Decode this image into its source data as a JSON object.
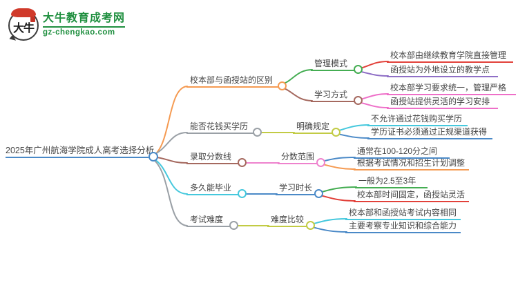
{
  "logo": {
    "icon_text": "大牛",
    "title": "大牛教育成考网",
    "domain": "gz-chengkao.com",
    "brand_color": "#1f8f3f"
  },
  "mindmap": {
    "root": {
      "label": "2025年广州航海学院成人高考选择分析",
      "color": "#4a89c7"
    },
    "branches": [
      {
        "label": "校本部与函授站的区别",
        "color": "#f59a51",
        "children": [
          {
            "label": "管理模式",
            "color": "#44ad52",
            "leaves": [
              {
                "label": "校本部由继续教育学院直接管理",
                "color": "#e2413a"
              },
              {
                "label": "函授站为外地设立的教学点",
                "color": "#8f6fc6"
              }
            ]
          },
          {
            "label": "学习方式",
            "color": "#a5695f",
            "leaves": [
              {
                "label": "校本部学习要求统一，管理严格",
                "color": "#ee6fc8"
              },
              {
                "label": "函授站提供灵活的学习安排",
                "color": "#ee6fc8"
              }
            ]
          }
        ]
      },
      {
        "label": "能否花钱买学历",
        "color": "#9aa0a6",
        "children": [
          {
            "label": "明确规定",
            "color": "#c2cb44",
            "leaves": [
              {
                "label": "不允许通过花钱购买学历",
                "color": "#45c8dd"
              },
              {
                "label": "学历证书必须通过正规渠道获得",
                "color": "#4a89c7"
              }
            ]
          }
        ]
      },
      {
        "label": "录取分数线",
        "color": "#a5695f",
        "children": [
          {
            "label": "分数范围",
            "color": "#ee82cd",
            "leaves": [
              {
                "label": "通常在100-120分之间",
                "color": "#4a89c7"
              },
              {
                "label": "根据考试情况和招生计划调整",
                "color": "#f59a51"
              }
            ]
          }
        ]
      },
      {
        "label": "多久能毕业",
        "color": "#45c8dd",
        "children": [
          {
            "label": "学习时长",
            "color": "#4a89c7",
            "leaves": [
              {
                "label": "一般为2.5至3年",
                "color": "#44ad52"
              },
              {
                "label": "校本部时间固定，函授站灵活",
                "color": "#e2413a"
              }
            ]
          }
        ]
      },
      {
        "label": "考试难度",
        "color": "#9aa0a6",
        "children": [
          {
            "label": "难度比较",
            "color": "#c2cb44",
            "leaves": [
              {
                "label": "校本部和函授站考试内容相同",
                "color": "#45c8dd"
              },
              {
                "label": "主要考察专业知识和综合能力",
                "color": "#4a89c7"
              }
            ]
          }
        ]
      }
    ]
  }
}
